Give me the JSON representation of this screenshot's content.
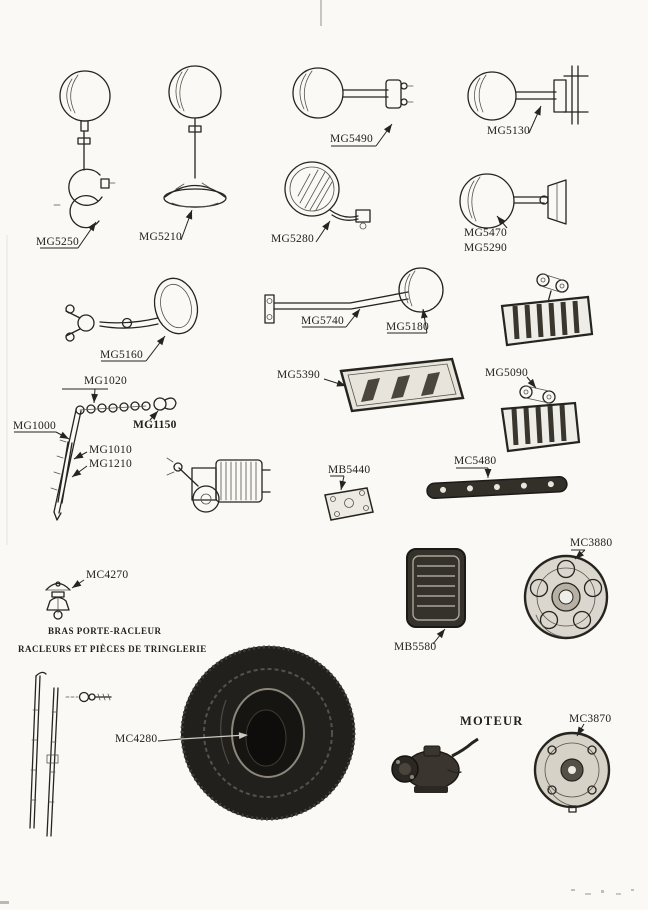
{
  "headings": {
    "bras": "BRAS PORTE-RACLEUR",
    "racleurs": "RACLEURS ET PIÈCES DE TRINGLERIE",
    "moteur": "MOTEUR"
  },
  "part_labels": {
    "mg5250": "MG5250",
    "mg5210": "MG5210",
    "mg5490": "MG5490",
    "mg5130": "MG5130",
    "mg5280": "MG5280",
    "mg5470": "MG5470",
    "mg5290": "MG5290",
    "mg5160": "MG5160",
    "mg5740": "MG5740",
    "mg5180": "MG5180",
    "mg5390": "MG5390",
    "mg5090": "MG5090",
    "mg1020": "MG1020",
    "mg1000": "MG1000",
    "mg1150": "MG1150",
    "mg1010": "MG1010",
    "mg1210": "MG1210",
    "mb5440": "MB5440",
    "mc5480": "MC5480",
    "mc4270": "MC4270",
    "mc3880": "MC3880",
    "mb5580": "MB5580",
    "mc4280": "MC4280",
    "mc3870": "MC3870"
  }
}
